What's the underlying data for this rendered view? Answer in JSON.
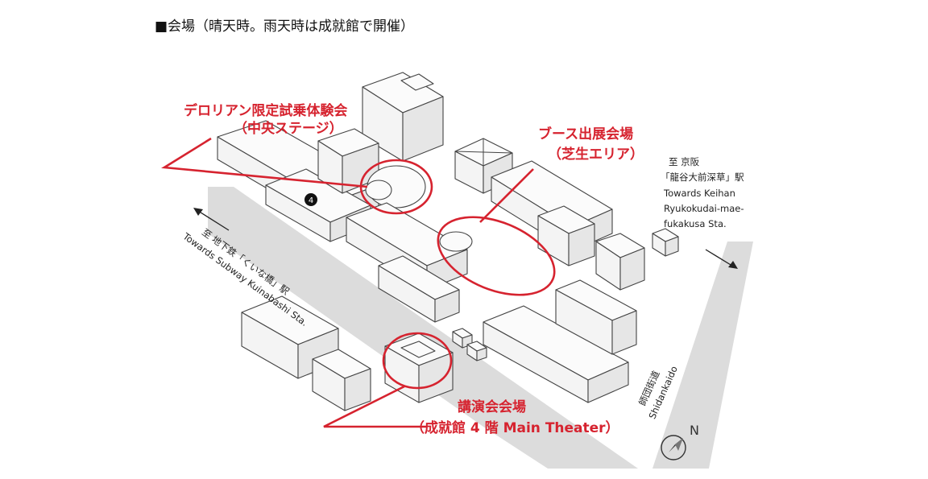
{
  "heading": "■会場（晴天時。雨天時は成就館で開催）",
  "callouts": {
    "stage": {
      "line1": "デロリアン限定試乗体験会",
      "line2": "（中央ステージ）"
    },
    "booths": {
      "line1": "ブース出展会場",
      "line2": "（芝生エリア）"
    },
    "lecture": {
      "line1": "講演会会場",
      "line2": "（成就館 4 階 Main Theater）"
    }
  },
  "directions": {
    "keihan": {
      "line1": "至 京阪",
      "line2": "「龍谷大前深草」駅",
      "line3": "Towards Keihan",
      "line4": "Ryukokudai-mae-",
      "line5": "fukakusa Sta."
    },
    "subway": {
      "line1": "至 地下鉄「くいな橋」駅",
      "line2": "Towards Subway Kuinabashi Sta."
    }
  },
  "roads": {
    "shidankaido_ja": "師団街道",
    "shidankaido_en": "Shidankaido"
  },
  "marker": {
    "label": "4"
  },
  "compass": {
    "label": "N"
  },
  "colors": {
    "accent": "#d6232f",
    "road": "#dcdcdc",
    "building": "#f4f4f4",
    "outline": "#444444"
  }
}
